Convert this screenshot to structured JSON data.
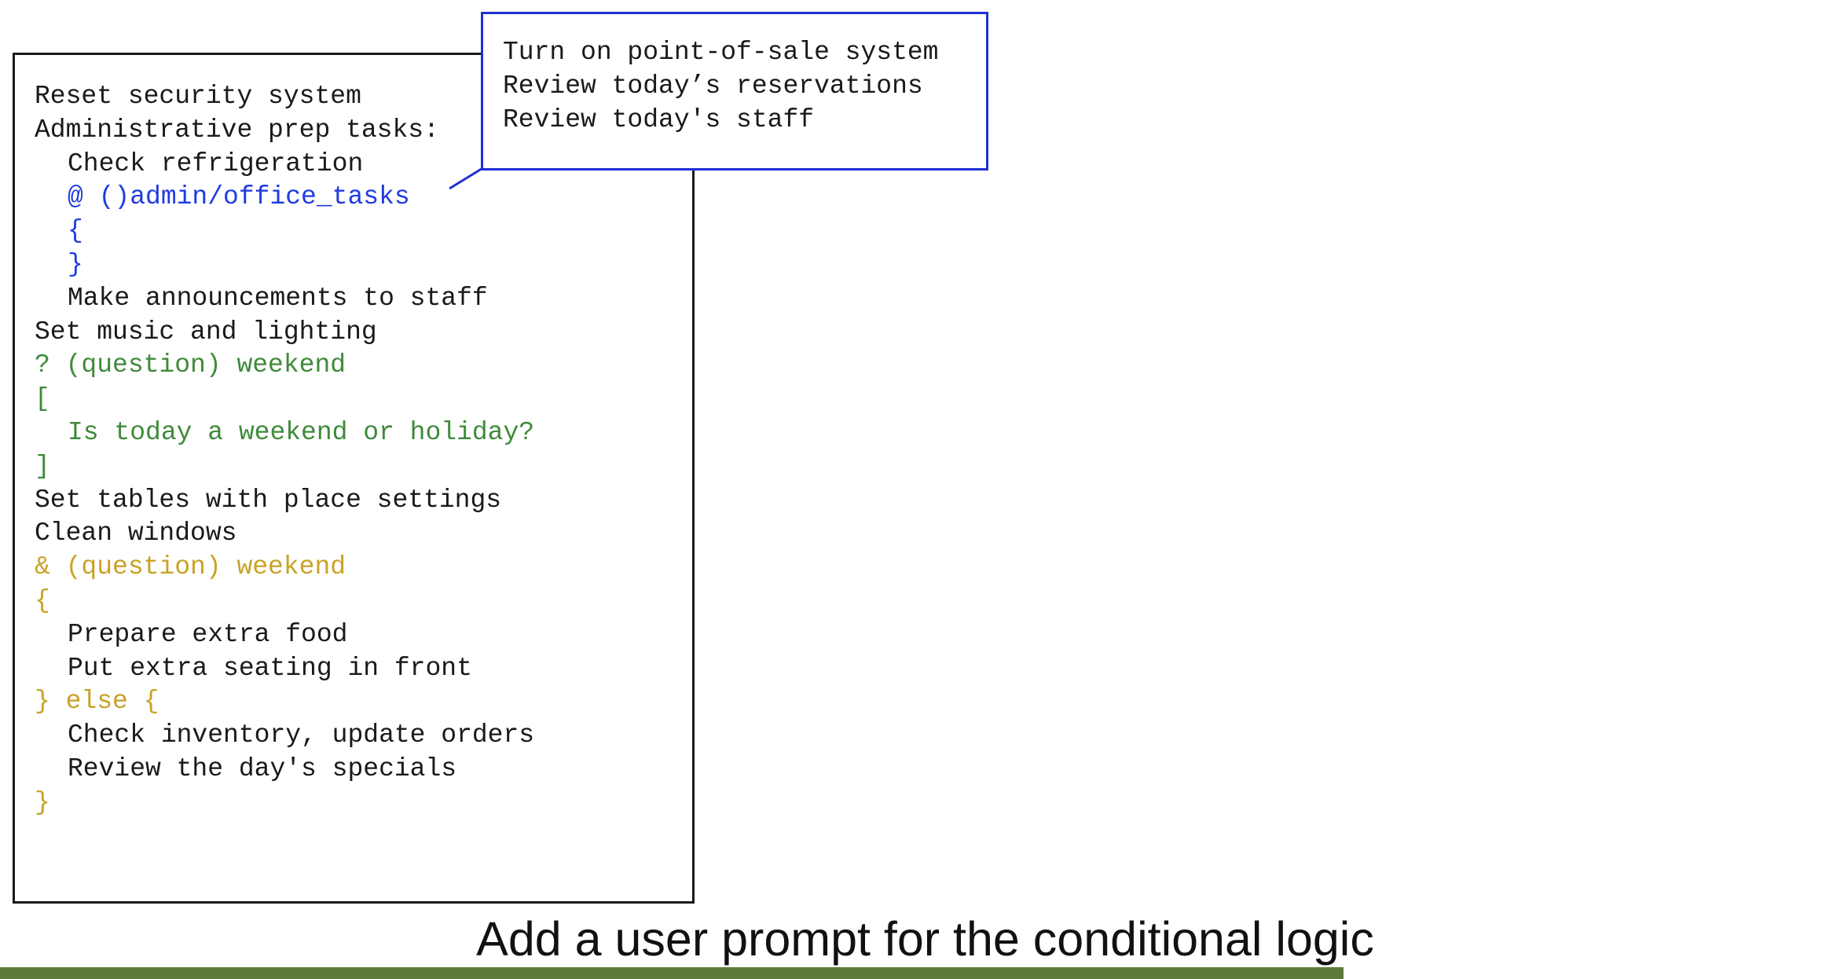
{
  "code_panel": {
    "lines": [
      {
        "text": "Reset security system",
        "style": "plain"
      },
      {
        "text": "Administrative prep tasks:",
        "style": "plain"
      },
      {
        "text": "Check refrigeration",
        "style": "indent"
      },
      {
        "text": "@ ()admin/office_tasks",
        "style": "indent blue"
      },
      {
        "text": "{",
        "style": "indent blue"
      },
      {
        "text": "}",
        "style": "indent blue"
      },
      {
        "text": "Make announcements to staff",
        "style": "indent"
      },
      {
        "text": "Set music and lighting",
        "style": "plain"
      },
      {
        "text": "? (question) weekend",
        "style": "green"
      },
      {
        "text": "[",
        "style": "green"
      },
      {
        "text": "Is today a weekend or holiday?",
        "style": "indent green"
      },
      {
        "text": "]",
        "style": "green"
      },
      {
        "text": "Set tables with place settings",
        "style": "plain"
      },
      {
        "text": "Clean windows",
        "style": "plain"
      },
      {
        "text": "& (question) weekend",
        "style": "gold"
      },
      {
        "text": "{",
        "style": "gold"
      },
      {
        "text": "Prepare extra food",
        "style": "indent"
      },
      {
        "text": "Put extra seating in front",
        "style": "indent"
      },
      {
        "text": "} else {",
        "style": "gold"
      },
      {
        "text": "Check inventory, update orders",
        "style": "indent"
      },
      {
        "text": "Review the day's specials",
        "style": "indent"
      },
      {
        "text": "}",
        "style": "gold"
      }
    ]
  },
  "callout": {
    "lines": [
      "Turn on point-of-sale system",
      "Review today’s reservations",
      "Review today's staff"
    ]
  },
  "caption": "Add a user prompt for the conditional logic",
  "colors": {
    "text": "#1a1a1a",
    "blue": "#1f3be0",
    "green": "#3f8a3a",
    "gold": "#c9a227",
    "callout_border": "#1f2fd4",
    "bar": "#5d7a3a"
  }
}
